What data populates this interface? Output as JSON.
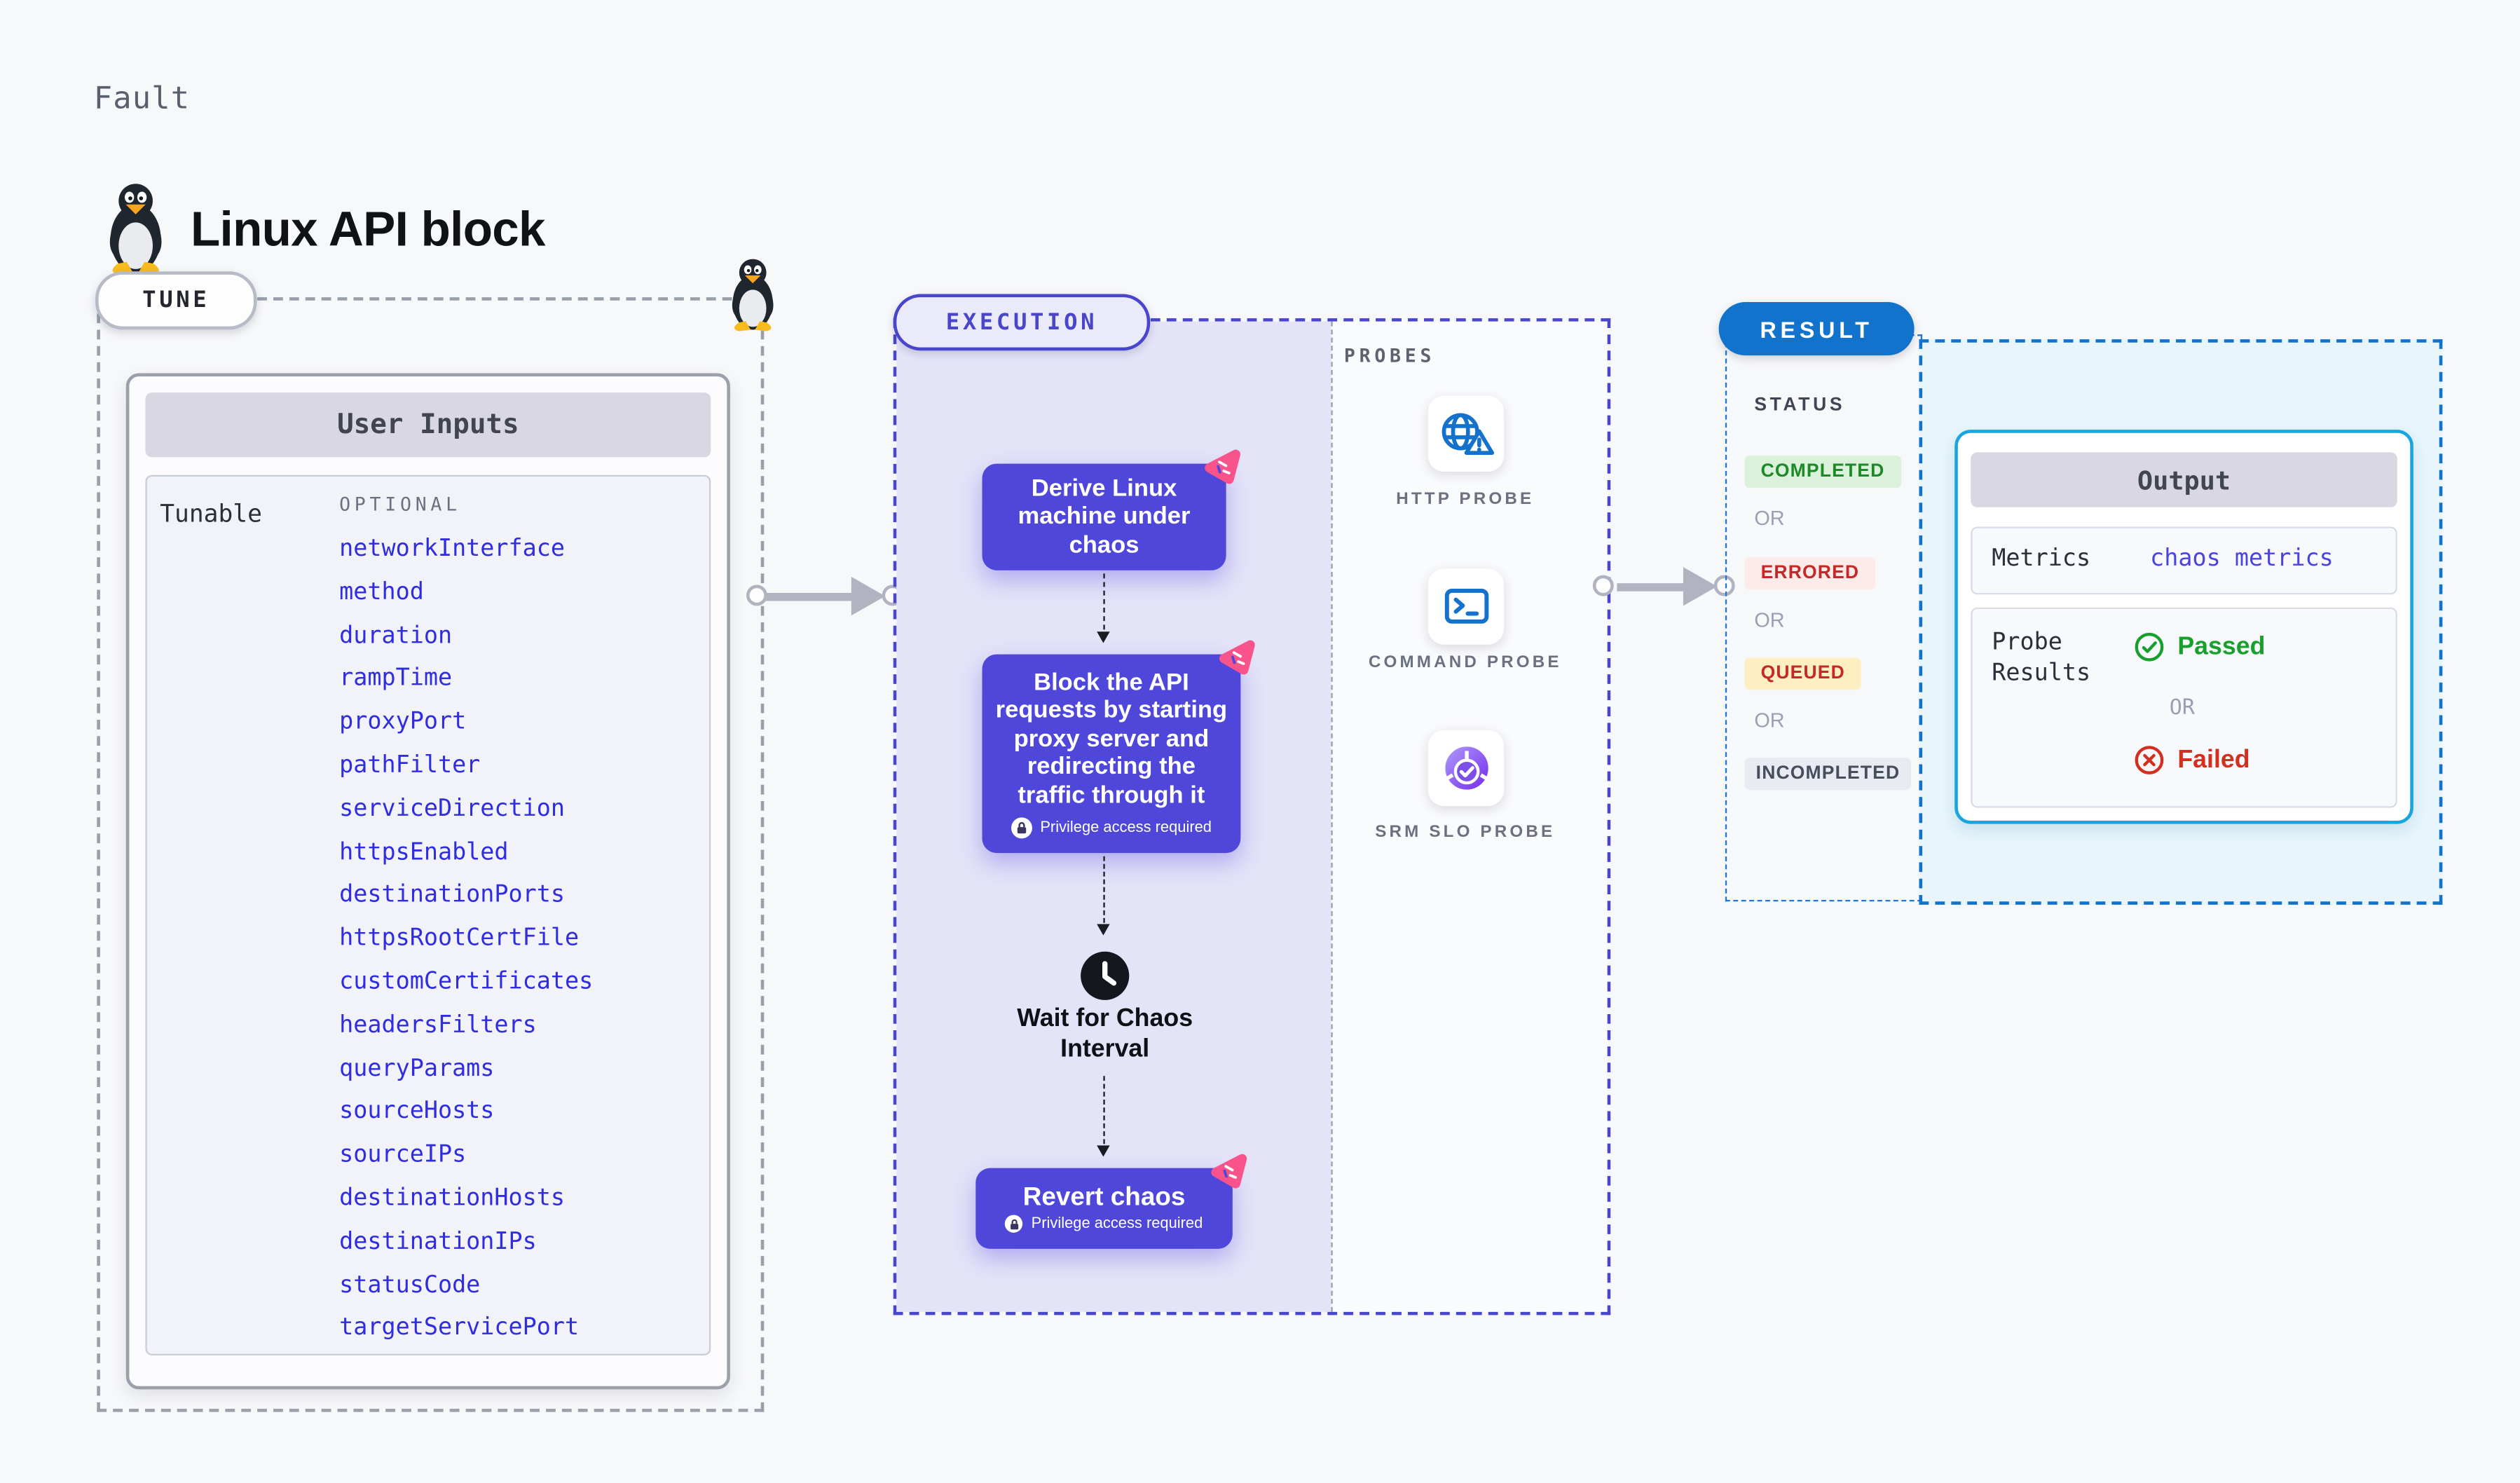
{
  "page": {
    "kicker": "Fault",
    "title": "Linux API block",
    "background": "#f7f8fa"
  },
  "tune": {
    "label": "TUNE",
    "panel_title": "User Inputs",
    "row_label": "Tunable",
    "column_header": "OPTIONAL",
    "param_color": "#2f2ce2",
    "params": [
      "networkInterface",
      "method",
      "duration",
      "rampTime",
      "proxyPort",
      "pathFilter",
      "serviceDirection",
      "httpsEnabled",
      "destinationPorts",
      "httpsRootCertFile",
      "customCertificates",
      "headersFilters",
      "queryParams",
      "sourceHosts",
      "sourceIPs",
      "destinationHosts",
      "destinationIPs",
      "statusCode",
      "targetServicePort"
    ]
  },
  "execution": {
    "label": "EXECUTION",
    "accent": "#4a46cc",
    "node_color": "#4f47d9",
    "node1": {
      "text": "Derive Linux machine under chaos"
    },
    "node2": {
      "text": "Block the API requests by starting proxy server and redirecting the traffic through it",
      "badge": "Privilege access required"
    },
    "wait_step": {
      "text": "Wait for Chaos Interval"
    },
    "node3": {
      "text": "Revert chaos",
      "badge": "Privilege access required"
    }
  },
  "probes": {
    "label": "PROBES",
    "items": [
      {
        "label": "HTTP PROBE",
        "icon": "globe-warning-icon",
        "color": "#1472cc"
      },
      {
        "label": "COMMAND PROBE",
        "icon": "terminal-icon",
        "color": "#1472cc"
      },
      {
        "label": "SRM SLO PROBE",
        "icon": "slo-donut-icon",
        "color": "#8b5cf6"
      }
    ]
  },
  "result": {
    "label": "RESULT",
    "accent": "#1273cd",
    "status_label": "STATUS",
    "or_label": "OR",
    "statuses": [
      {
        "label": "COMPLETED",
        "color": "#1d8a28",
        "bg": "#daf2da"
      },
      {
        "label": "ERRORED",
        "color": "#c62828",
        "bg": "#fcebe9"
      },
      {
        "label": "QUEUED",
        "color": "#c62828",
        "bg": "#fdefc2"
      },
      {
        "label": "INCOMPLETED",
        "color": "#474d5c",
        "bg": "#e9ebf2"
      }
    ],
    "output": {
      "title": "Output",
      "metrics_label": "Metrics",
      "metrics_value": "chaos metrics",
      "probe_results_label": "Probe Results",
      "passed": "Passed",
      "failed": "Failed",
      "or_label": "OR",
      "passed_color": "#17a02b",
      "failed_color": "#d32f1f"
    }
  }
}
